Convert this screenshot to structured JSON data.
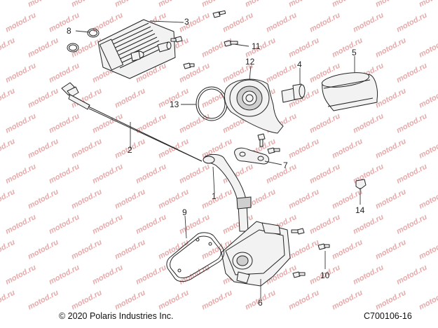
{
  "callouts": [
    "1",
    "2",
    "3",
    "4",
    "5",
    "6",
    "7",
    "8",
    "9",
    "10",
    "11",
    "12",
    "13",
    "14"
  ],
  "footer": {
    "copyright": "© 2020 Polaris Industries Inc.",
    "drawing_id": "C700106-16"
  },
  "watermark": {
    "text": "motod.ru",
    "color": "#e7a9a9"
  },
  "colors": {
    "line": "#222222",
    "part_fill": "#f2f2f2",
    "background": "#ffffff"
  }
}
